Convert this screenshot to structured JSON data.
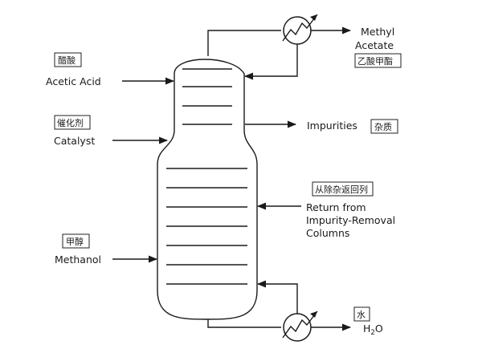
{
  "labels": {
    "methyl_line1": "Methyl",
    "methyl_line2": "Acetate",
    "methyl_cn": "乙酸甲酯",
    "acetic_cn": "醋酸",
    "acetic": "Acetic Acid",
    "catalyst_cn": "催化剂",
    "catalyst": "Catalyst",
    "impurities": "Impurities",
    "impurities_cn": "杂质",
    "return_cn": "从除杂返回列",
    "return_line1": "Return from",
    "return_line2": "Impurity-Removal",
    "return_line3": "Columns",
    "methanol_cn": "甲醇",
    "methanol": "Methanol",
    "water_cn": "水",
    "h2o_main": "H",
    "h2o_sub": "2",
    "h2o_tail": "O"
  }
}
